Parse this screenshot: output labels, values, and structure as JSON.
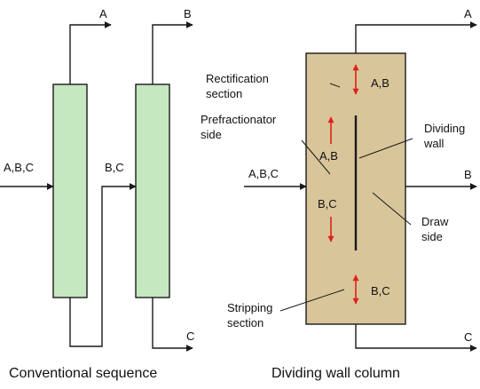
{
  "colors": {
    "column_fill_conventional": "#c6e8c0",
    "column_fill_dwc": "#d9c59a",
    "stroke": "#1a1a1a",
    "arrow_red": "#e0201b",
    "background": "#ffffff"
  },
  "conventional": {
    "feed_label": "A,B,C",
    "top1_label": "A",
    "top2_label": "B",
    "intermediate_label": "B,C",
    "bottom_label": "C",
    "caption": "Conventional sequence"
  },
  "dividing_wall": {
    "top_label": "A",
    "feed_label": "A,B,C",
    "side_label": "B",
    "bottom_label": "C",
    "rectification_line1": "Rectification",
    "rectification_line2": "section",
    "rectification_comp": "A,B",
    "prefractionator_line1": "Prefractionator",
    "prefractionator_line2": "side",
    "prefrac_upper_comp": "A,B",
    "prefrac_lower_comp": "B,C",
    "dividing_line1": "Dividing",
    "dividing_line2": "wall",
    "draw_line1": "Draw",
    "draw_line2": "side",
    "stripping_line1": "Stripping",
    "stripping_line2": "section",
    "stripping_comp": "B,C",
    "caption": "Dividing wall column"
  }
}
